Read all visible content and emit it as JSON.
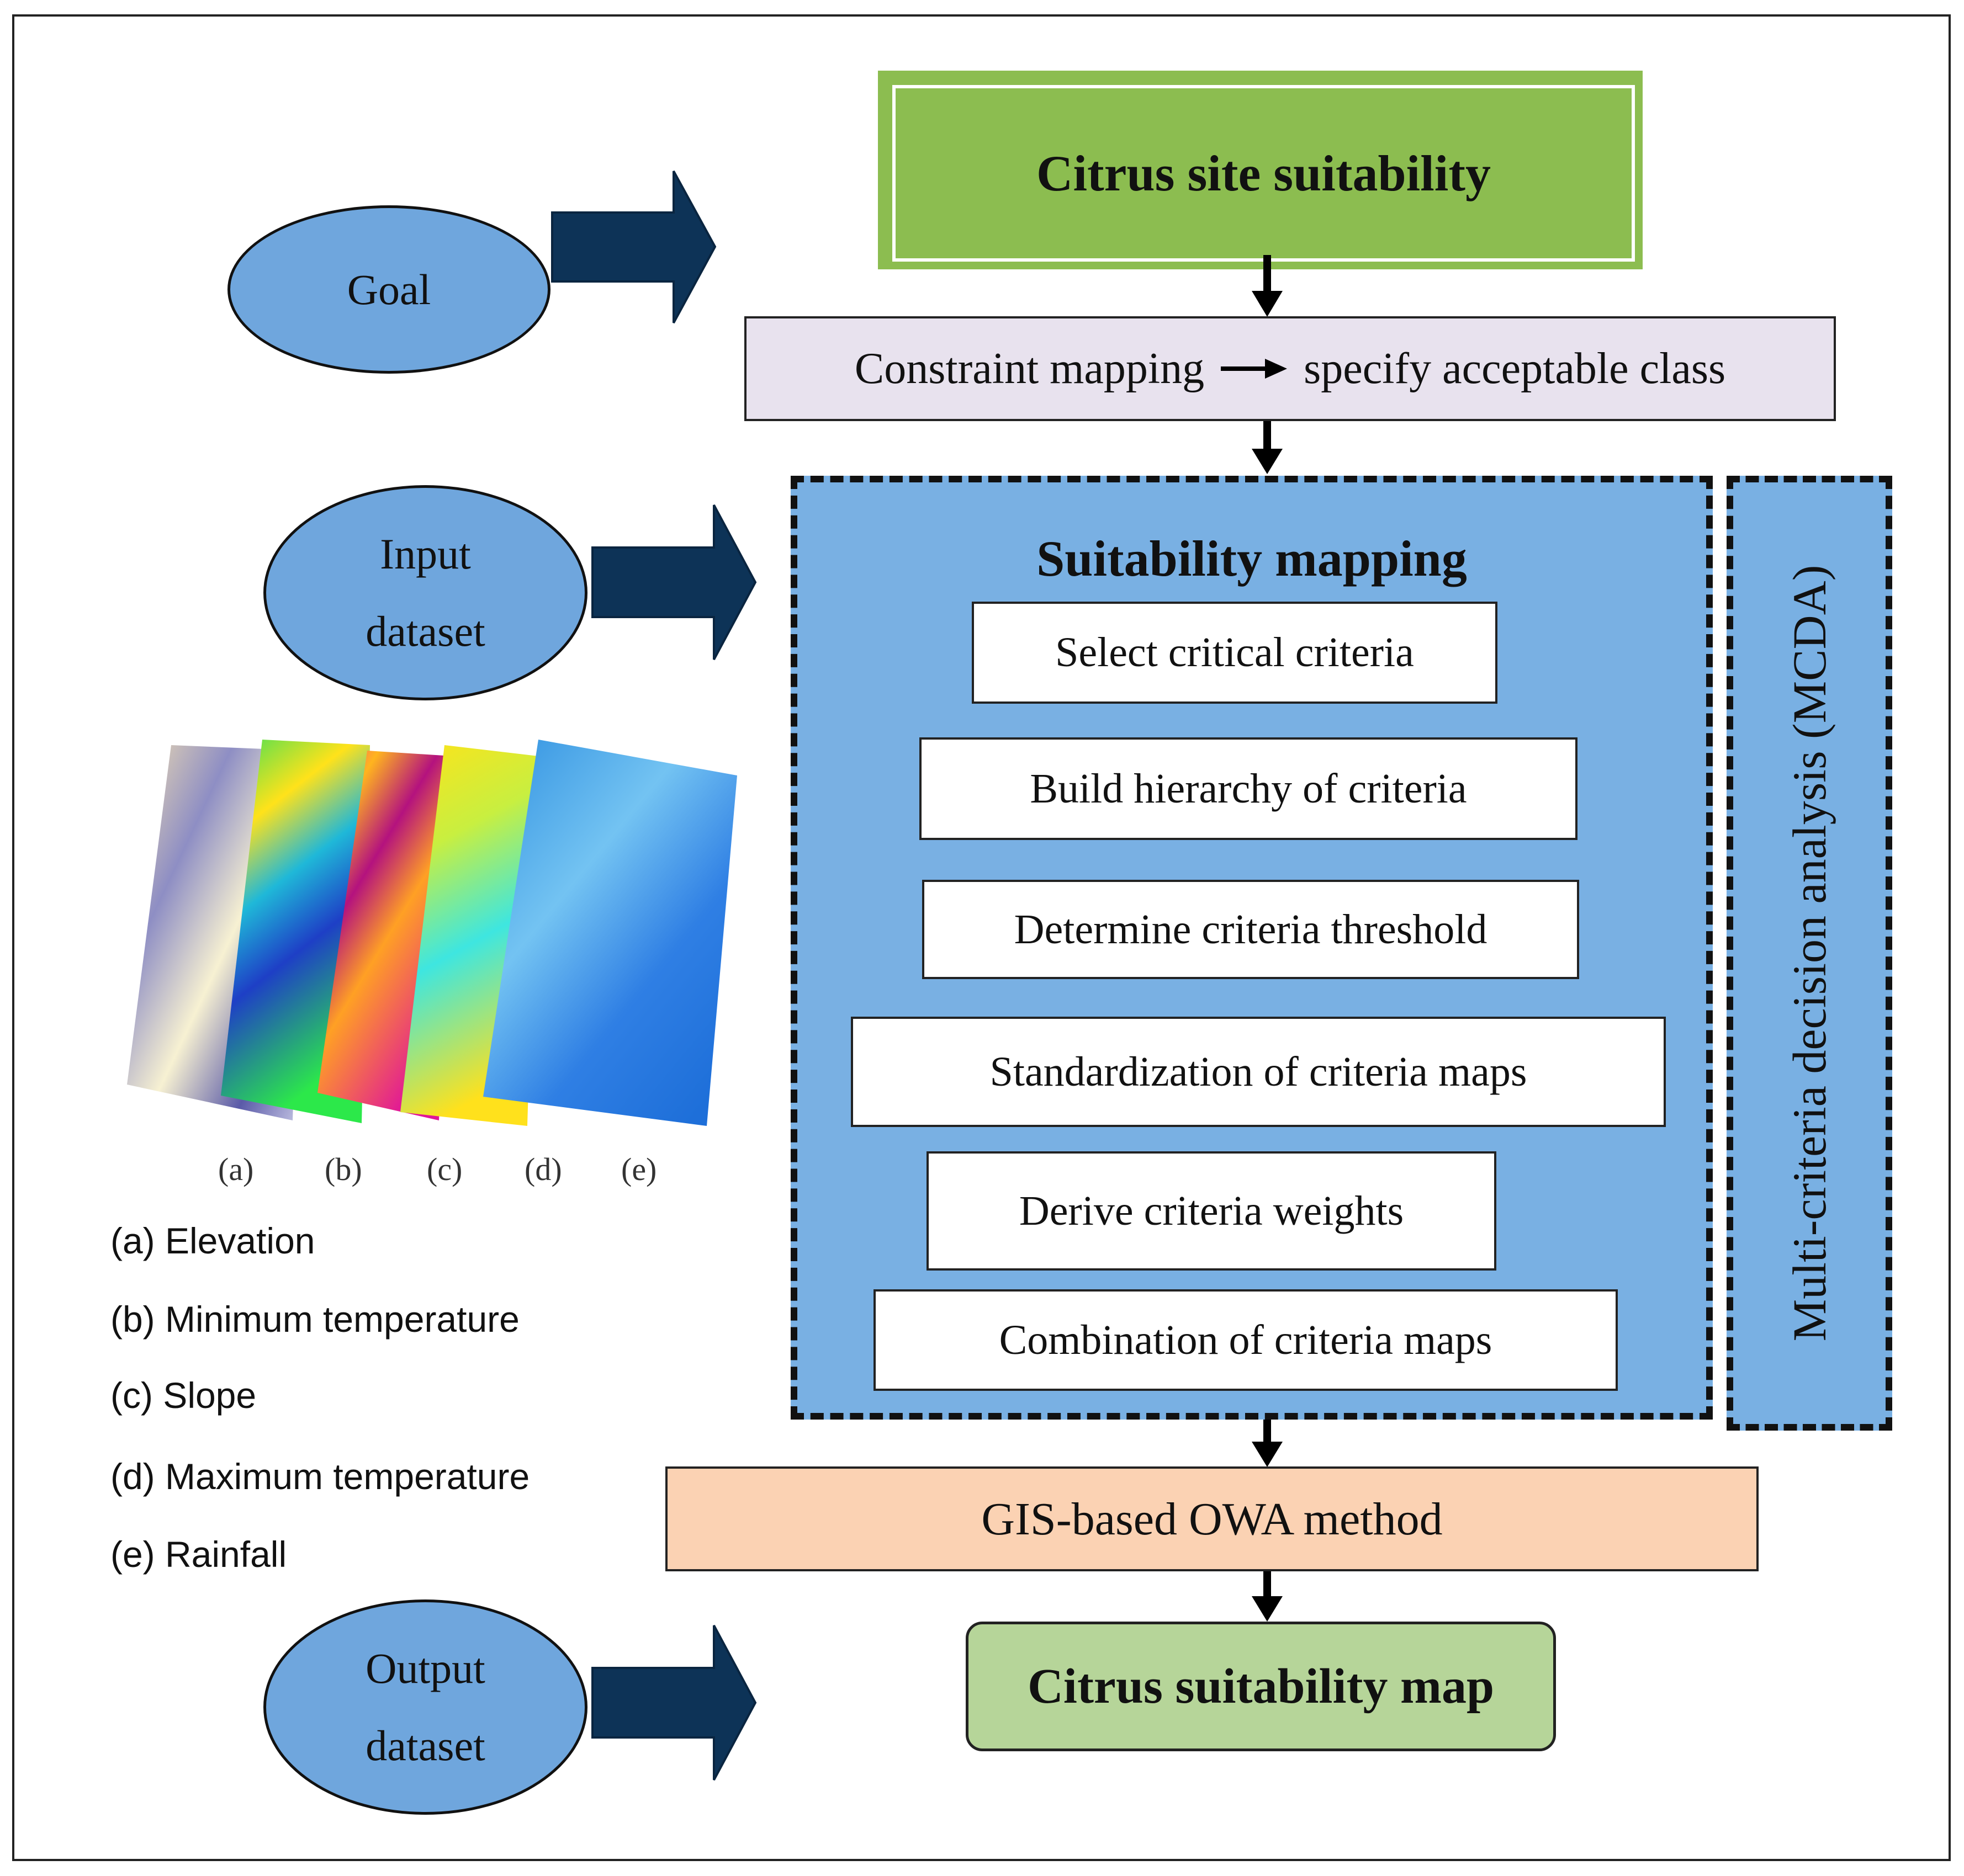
{
  "goal_label": "Goal",
  "input_label_line1": "Input",
  "input_label_line2": "dataset",
  "output_label_line1": "Output",
  "output_label_line2": "dataset",
  "goal_box": "Citrus site suitability",
  "constraint": {
    "left": "Constraint mapping",
    "right": "specify acceptable class"
  },
  "suitability_title": "Suitability mapping",
  "steps": [
    "Select critical criteria",
    "Build hierarchy of criteria",
    "Determine criteria threshold",
    "Standardization of criteria maps",
    "Derive criteria weights",
    "Combination of criteria maps"
  ],
  "mcda_label": "Multi-criteria decision analysis (MCDA)",
  "gis_method": "GIS-based OWA method",
  "output_box": "Citrus suitability map",
  "map_captions": [
    "(a)",
    "(b)",
    "(c)",
    "(d)",
    "(e)"
  ],
  "legend": [
    "(a) Elevation",
    "(b) Minimum temperature",
    "(c) Slope",
    "(d) Maximum temperature",
    "(e) Rainfall"
  ],
  "colors": {
    "ellipse_fill": "#6fa6dd",
    "fat_arrow": "#0d3357",
    "goal_box": "#8cbd50",
    "constraint_box": "#e8e2ee",
    "suitability_panel": "#79b0e3",
    "gis_box": "#fbd2b3",
    "output_box": "#b6d599"
  }
}
